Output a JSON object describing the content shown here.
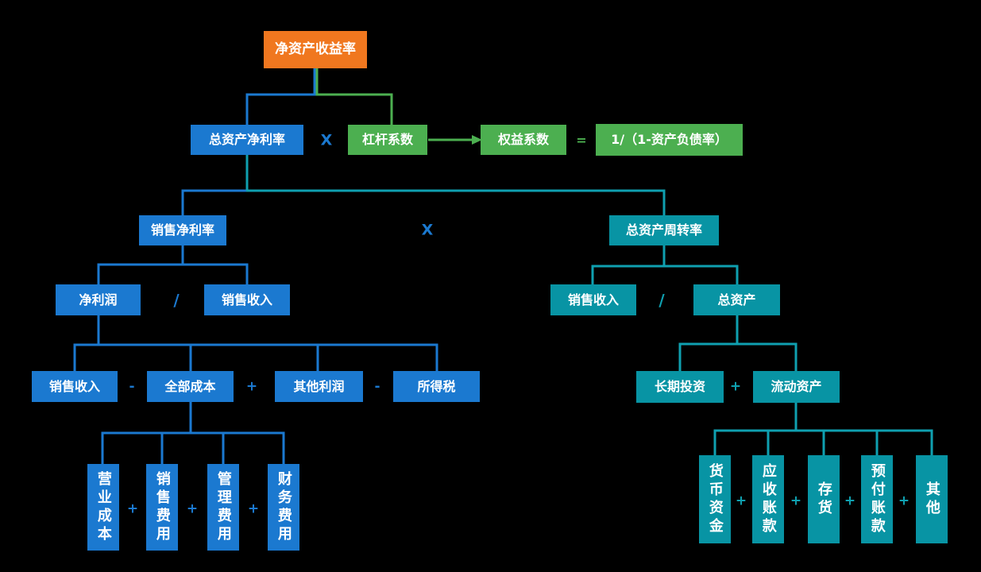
{
  "nodes": {
    "roe": {
      "label": "净资产收益率"
    },
    "total_asset_net_margin": {
      "label": "总资产净利率"
    },
    "leverage_factor": {
      "label": "杠杆系数"
    },
    "equity_multiplier": {
      "label": "权益系数"
    },
    "equity_formula": {
      "label": "1/（1-资产负债率）"
    },
    "net_profit_margin": {
      "label": "销售净利率"
    },
    "asset_turnover": {
      "label": "总资产周转率"
    },
    "net_profit": {
      "label": "净利润"
    },
    "sales_revenue_l4": {
      "label": "销售收入"
    },
    "sales_revenue_r4": {
      "label": "销售收入"
    },
    "total_assets": {
      "label": "总资产"
    },
    "sales_revenue_l5": {
      "label": "销售收入"
    },
    "total_cost": {
      "label": "全部成本"
    },
    "other_profit": {
      "label": "其他利润"
    },
    "income_tax": {
      "label": "所得税"
    },
    "long_term_investment": {
      "label": "长期投资"
    },
    "current_assets": {
      "label": "流动资产"
    },
    "operating_cost": {
      "label": "营业成本"
    },
    "selling_expense": {
      "label": "销售费用"
    },
    "admin_expense": {
      "label": "管理费用"
    },
    "financial_expense": {
      "label": "财务费用"
    },
    "cash": {
      "label": "货币资金"
    },
    "accounts_receivable": {
      "label": "应收账款"
    },
    "inventory": {
      "label": "存货"
    },
    "prepaid_accounts": {
      "label": "预付账款"
    },
    "other": {
      "label": "其他"
    }
  },
  "operators": {
    "multiply": "X",
    "divide": "/",
    "equals": "=",
    "minus": "-",
    "plus": "+"
  },
  "colors": {
    "orange": "#F0771F",
    "blue": "#1B79D0",
    "green": "#4CAF50",
    "teal_box": "#0894A4",
    "teal_line": "#0FA0B0",
    "background": "#000000"
  }
}
